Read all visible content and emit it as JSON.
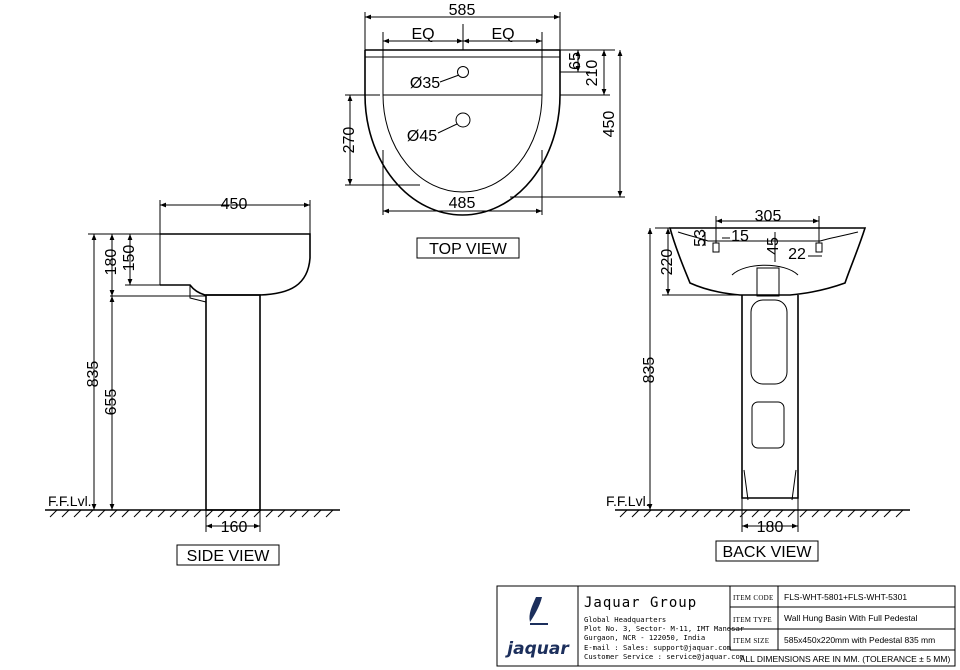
{
  "views": {
    "top": {
      "label": "TOP VIEW",
      "dims": {
        "overall_width": "585",
        "eq_left": "EQ",
        "eq_right": "EQ",
        "tap_offset": "65",
        "tap_depth": "210",
        "overall_depth": "450",
        "bowl_depth": "270",
        "bowl_width": "485",
        "tap_hole": "Ø35",
        "waste_hole": "Ø45"
      }
    },
    "side": {
      "label": "SIDE VIEW",
      "dims": {
        "basin_depth": "450",
        "basin_height": "180",
        "bowl_height": "150",
        "total_height": "835",
        "pedestal_height": "655",
        "pedestal_width": "160"
      },
      "floor_label": "F.F.Lvl."
    },
    "back": {
      "label": "BACK VIEW",
      "dims": {
        "fixing_spacing": "305",
        "fixing_drop": "53",
        "fixing_hole": "15",
        "waste_offset": "45",
        "fixing_size": "22",
        "basin_height": "220",
        "total_height": "835",
        "pedestal_width": "180"
      },
      "floor_label": "F.F.Lvl."
    }
  },
  "title_block": {
    "brand": "jaquar",
    "company": "Jaquar  Group",
    "address_lines": [
      "Global Headquarters",
      "Plot No. 3, Sector- M-11, IMT Manesar",
      "Gurgaon, NCR - 122050, India",
      "E-mail : Sales: support@jaquar.com",
      "Customer Service : service@jaquar.com"
    ],
    "rows": [
      {
        "label": "ITEM CODE",
        "value": "FLS-WHT-5801+FLS-WHT-5301"
      },
      {
        "label": "ITEM TYPE",
        "value": "Wall Hung Basin With Full Pedestal"
      },
      {
        "label": "ITEM SIZE",
        "value": "585x450x220mm with Pedestal 835 mm"
      }
    ],
    "note": "ALL DIMENSIONS ARE IN MM. (TOLERANCE ± 5 MM)"
  }
}
